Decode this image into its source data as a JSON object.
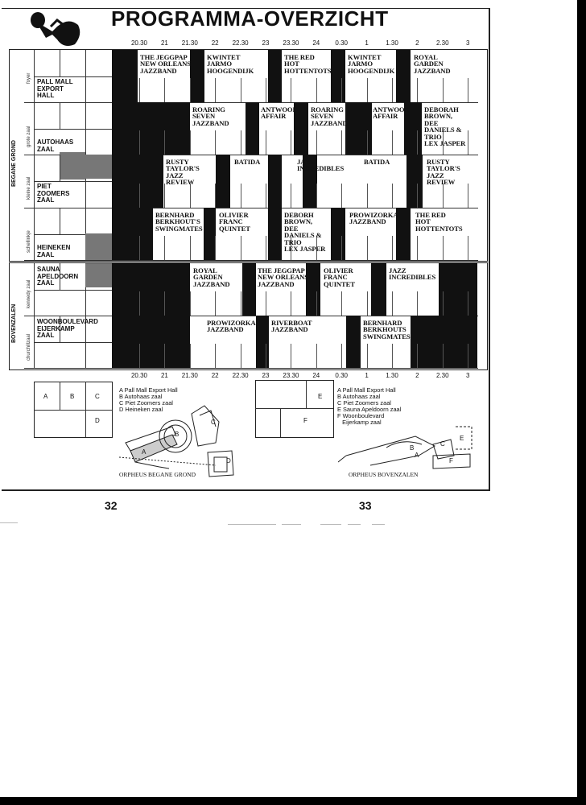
{
  "title": "PROGRAMMA-OVERZICHT",
  "times": [
    "20.30",
    "21",
    "21.30",
    "22",
    "22.30",
    "23",
    "23.30",
    "24",
    "0.30",
    "1",
    "1.30",
    "2",
    "2.30",
    "3"
  ],
  "sections": {
    "begane_grond": "BEGANE GROND",
    "bovenzalen": "BOVENZALEN"
  },
  "rooms": {
    "foyer": {
      "sub": "foyer",
      "name": "PALL MALL\nEXPORT\nHALL"
    },
    "grote": {
      "sub": "grote zaal",
      "name": "AUTOHAAS\nZAAL"
    },
    "kleine": {
      "sub": "kleine zaal",
      "name": "PIET\nZOOMERS\nZAAL"
    },
    "schellink": {
      "sub": "schellinkje",
      "name": "HEINEKEN\nZAAL"
    },
    "kennedy": {
      "sub": "kennedy zaal",
      "name": "SAUNA\nAPELDOORN\nZAAL"
    },
    "churchill": {
      "sub": "churchillzaal",
      "name": "WOONBOULEVARD\nEIJERKAMP\nZAAL"
    }
  },
  "acts": {
    "r1": [
      "THE JEGGPAP\nNEW ORLEANS\nJAZZBAND",
      "KWINTET\nJARMO\nHOOGENDIJK",
      "THE RED\nHOT\nHOTTENTOTS",
      "KWINTET\nJARMO\nHOOGENDIJK",
      "ROYAL\nGARDEN\nJAZZBAND"
    ],
    "r2": [
      "ROARING\nSEVEN\nJAZZBAND",
      "ANTWOOD\nAFFAIR",
      "ROARING\nSEVEN\nJAZZBAND",
      "ANTWOOD\nAFFAIR",
      "DEBORAH\nBROWN,\nDEE\nDANIELS &\nTRIO\nLEX JASPER"
    ],
    "r3": [
      "RUSTY\nTAYLOR'S\nJAZZ\nREVIEW",
      "BATIDA",
      "JAZZ\nINCREDIBLES",
      "BATIDA",
      "RUSTY\nTAYLOR'S\nJAZZ\nREVIEW"
    ],
    "r4": [
      "BERNHARD\nBERKHOUT'S\nSWINGMATES",
      "OLIVIER\nFRANC\nQUINTET",
      "DEBORH\nBROWN,\nDEE\nDANIELS &\nTRIO\nLEX JASPER",
      "PROWIZORKA\nJAZZBAND",
      "THE RED\nHOT\nHOTTENTOTS"
    ],
    "r5": [
      "ROYAL\nGARDEN\nJAZZBAND",
      "THE JEGGPAP\nNEW ORLEANS\nJAZZBAND",
      "OLIVIER\nFRANC\nQUINTET",
      "JAZZ\nINCREDIBLES"
    ],
    "r6": [
      "PROWIZORKA\nJAZZBAND",
      "RIVERBOAT\nJAZZBAND",
      "BERNHARD\nBERKHOUTS\nSWINGMATES"
    ]
  },
  "legend_ground": {
    "letters": [
      "A",
      "B",
      "C",
      "D"
    ],
    "text": "A Pall Mall Export Hall\nB Autohaas zaal\nC Piet Zoomers zaal\nD Heineken zaal",
    "caption": "ORPHEUS BEGANE GROND"
  },
  "legend_upper": {
    "letters": [
      "E",
      "F"
    ],
    "text": "A Pall Mall Export Hall\nB Autohaas zaal\nC Piet Zoomers zaal\nE Sauna Apeldoorn zaal\nF Woonboulevard\n   Eijerkamp zaal",
    "caption": "ORPHEUS BOVENZALEN"
  },
  "page_left": "32",
  "page_right": "33"
}
